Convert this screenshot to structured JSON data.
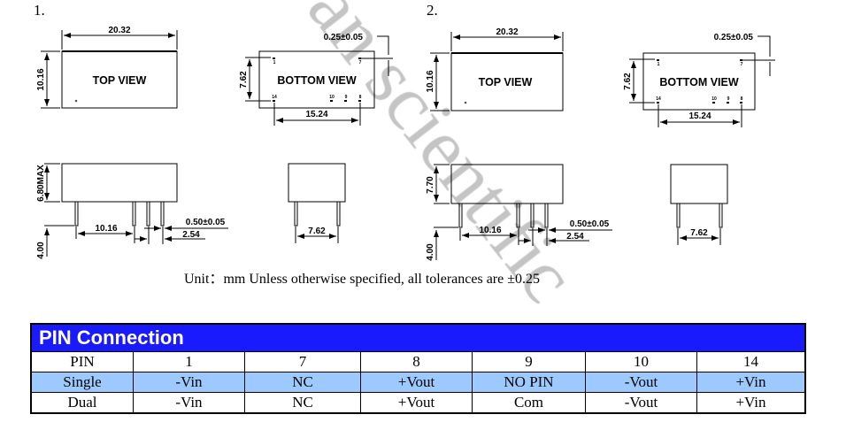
{
  "watermark": "an scientific",
  "drawings": [
    {
      "number": "1.",
      "length": "20.32",
      "width": "10.16",
      "top_view": "TOP VIEW",
      "bottom_view": "BOTTOM VIEW",
      "row_spacing": "7.62",
      "pin_span": "15.24",
      "pin_thickness": "0.25±0.05",
      "height": "6.80MAX",
      "pin_length": "4.00",
      "pin_pitch_major": "10.16",
      "pin_diameter": "0.50±0.05",
      "pin_pitch": "2.54",
      "end_pin_spacing": "7.62",
      "pins": {
        "p1": "1",
        "p7": "7",
        "p14": "14",
        "p10": "10",
        "p9": "9",
        "p8": "8"
      }
    },
    {
      "number": "2.",
      "length": "20.32",
      "width": "10.16",
      "top_view": "TOP VIEW",
      "bottom_view": "BOTTOM VIEW",
      "row_spacing": "7.62",
      "pin_span": "15.24",
      "pin_thickness": "0.25±0.05",
      "height": "7.70",
      "pin_length": "4.00",
      "pin_pitch_major": "10.16",
      "pin_diameter": "0.50±0.05",
      "pin_pitch": "2.54",
      "end_pin_spacing": "7.62",
      "pins": {
        "p1": "1",
        "p7": "7",
        "p14": "14",
        "p10": "10",
        "p9": "9",
        "p8": "8"
      }
    }
  ],
  "unit_note": "Unit：mm Unless otherwise specified, all tolerances are ±0.25",
  "pin_table": {
    "title": "PIN Connection",
    "header": [
      "PIN",
      "1",
      "7",
      "8",
      "9",
      "10",
      "14"
    ],
    "rows": [
      [
        "Single",
        "-Vin",
        "NC",
        "+Vout",
        "NO PIN",
        "-Vout",
        "+Vin"
      ],
      [
        "Dual",
        "-Vin",
        "NC",
        "+Vout",
        "Com",
        "-Vout",
        "+Vin"
      ]
    ],
    "colors": {
      "header": "#1a1aff",
      "single_row": "#9ccaff"
    }
  }
}
